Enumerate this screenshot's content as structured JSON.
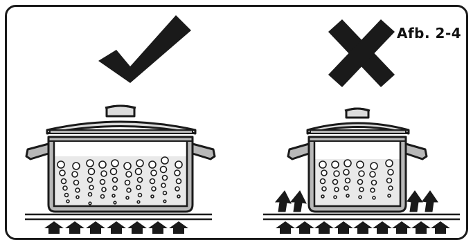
{
  "figure": {
    "label": "Afb. 2-4"
  },
  "panels": [
    {
      "id": "correct",
      "indicator": "check-mark-icon"
    },
    {
      "id": "incorrect",
      "indicator": "cross-mark-icon"
    }
  ],
  "colors": {
    "outline": "#1a1a1a",
    "pot_body": "#b8b8b8",
    "pot_light": "#dcdcdc",
    "water": "#e9e9e9",
    "background": "#ffffff"
  }
}
